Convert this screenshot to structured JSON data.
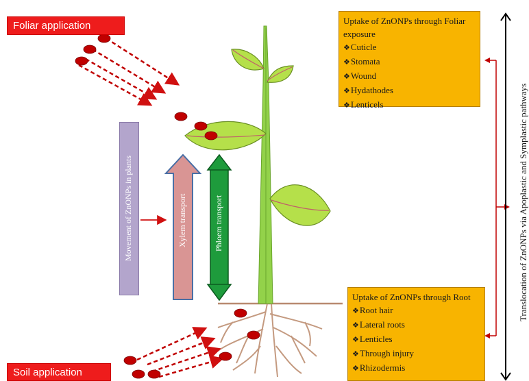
{
  "foliar_application": "Foliar application",
  "soil_application": "Soil application",
  "foliar_box": {
    "title": "Uptake of ZnONPs through Foliar exposure",
    "items": [
      "Cuticle",
      "Stomata",
      "Wound",
      "Hydathodes",
      "Lenticels"
    ]
  },
  "root_box": {
    "title": "Uptake of ZnONPs through Root",
    "items": [
      "Root hair",
      "Lateral roots",
      "Lenticles",
      "Through injury",
      "Rhizodermis"
    ]
  },
  "movement_label": "Movement of  ZnONPs in plants",
  "xylem_label": "Xylem transport",
  "phloem_label": "Phloem transport",
  "translocation_label": "Translocation  of ZnONPs via Apoplastic and Symplastic pathways",
  "colors": {
    "red_label": "#ee1c1c",
    "info_box": "#f8b400",
    "movement_box": "#b3a5cc",
    "xylem_arrow": "#d99594",
    "phloem_arrow": "#1e9b3c",
    "stem": "#93d24a",
    "leaf": "#b5e04a",
    "particle": "#c00000",
    "root": "#c49a80"
  }
}
